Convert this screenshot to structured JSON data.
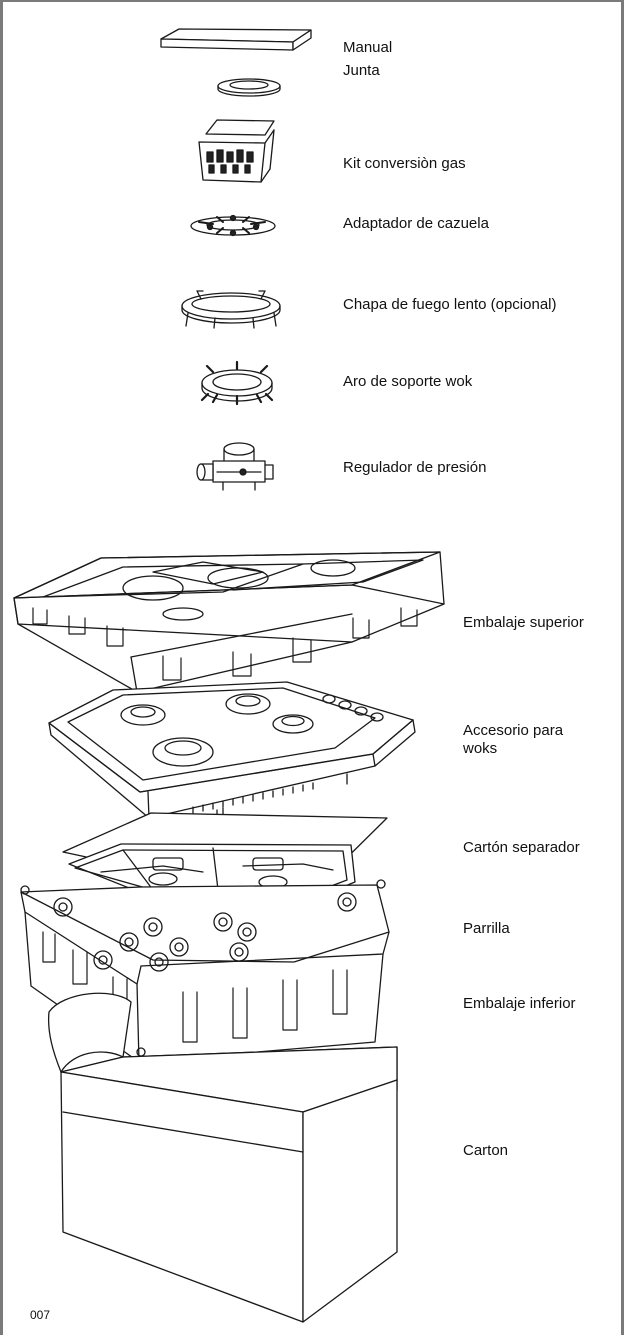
{
  "labels": {
    "manual": "Manual",
    "junta": "Junta",
    "kit_conversion": "Kit conversiòn gas",
    "adaptador_cazuela": "Adaptador de cazuela",
    "chapa_fuego": "Chapa de fuego lento (opcional)",
    "aro_wok": "Aro de soporte wok",
    "regulador": "Regulador de presión",
    "embalaje_superior": "Embalaje superior",
    "accesorio_woks": "Accesorio para woks",
    "carton_separador": "Cartón separador",
    "parrilla": "Parrilla",
    "embalaje_inferior": "Embalaje inferior",
    "carton": "Carton"
  },
  "figure_code": "007",
  "colors": {
    "line": "#1a1a1a",
    "frame": "#7a7a7a",
    "background": "#ffffff"
  }
}
